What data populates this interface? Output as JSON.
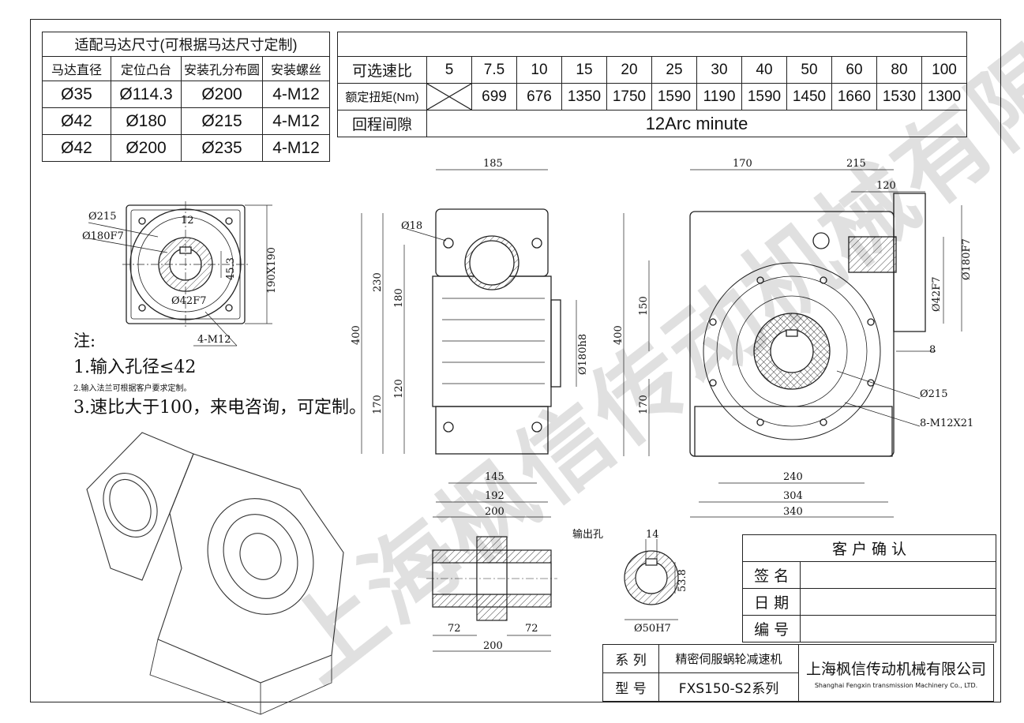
{
  "motor_table": {
    "title": "适配马达尺寸(可根据马达尺寸定制)",
    "headers": [
      "马达直径",
      "定位凸台",
      "安装孔分布圆",
      "安装螺丝"
    ],
    "rows": [
      [
        "Ø35",
        "Ø114.3",
        "Ø200",
        "4-M12"
      ],
      [
        "Ø42",
        "Ø180",
        "Ø215",
        "4-M12"
      ],
      [
        "Ø42",
        "Ø200",
        "Ø235",
        "4-M12"
      ]
    ]
  },
  "ratio_table": {
    "ratio_label": "可选速比",
    "ratios": [
      "5",
      "7.5",
      "10",
      "15",
      "20",
      "25",
      "30",
      "40",
      "50",
      "60",
      "80",
      "100"
    ],
    "torque_label": "额定扭矩(Nm)",
    "torques": [
      "",
      "699",
      "676",
      "1350",
      "1750",
      "1590",
      "1190",
      "1590",
      "1450",
      "1660",
      "1530",
      "1300"
    ],
    "backlash_label": "回程间隙",
    "backlash_value": "12Arc minute"
  },
  "notes": {
    "title": "注:",
    "line1": "1.输入孔径≤42",
    "line2": "2.输入法兰可根据客户要求定制。",
    "line3": "3.速比大于100，来电咨询，可定制。"
  },
  "dimensions": {
    "flange": {
      "d215": "Ø215",
      "d180": "Ø180F7",
      "w12": "12",
      "h453": "45.3",
      "box": "190X190",
      "bore": "Ø42F7",
      "screw": "4-M12"
    },
    "front": {
      "w185": "185",
      "hole": "Ø18",
      "h400": "400",
      "h230": "230",
      "h180": "180",
      "h120": "120",
      "h170": "170",
      "d180h8": "Ø180h8",
      "w145": "145",
      "w192": "192",
      "w200": "200"
    },
    "side": {
      "w170": "170",
      "w215": "215",
      "w120": "120",
      "d180f7": "Ø180F7",
      "d42f7": "Ø42F7",
      "v8": "8",
      "h400": "400",
      "h150": "150",
      "h170": "170",
      "d215": "Ø215",
      "screws": "8-M12X21",
      "w240": "240",
      "w304": "304",
      "w340": "340"
    },
    "shaft": {
      "w72a": "72",
      "w72b": "72",
      "w200": "200"
    },
    "output_label": "输出孔",
    "bore": {
      "w14": "14",
      "h538": "53.8",
      "d50": "Ø50H7"
    }
  },
  "confirm_table": {
    "title": "客 户 确 认",
    "rows": [
      "签  名",
      "日  期",
      "编  号"
    ]
  },
  "series_table": {
    "series_label": "系  列",
    "series_value": "精密伺服蜗轮减速机",
    "model_label": "型  号",
    "model_value": "FXS150-S2系列",
    "company_cn": "上海枫信传动机械有限公司",
    "company_en": "Shanghai Fengxin transmission Machinery Co., LTD."
  },
  "watermark": "上海枫信传动机械有限公司"
}
